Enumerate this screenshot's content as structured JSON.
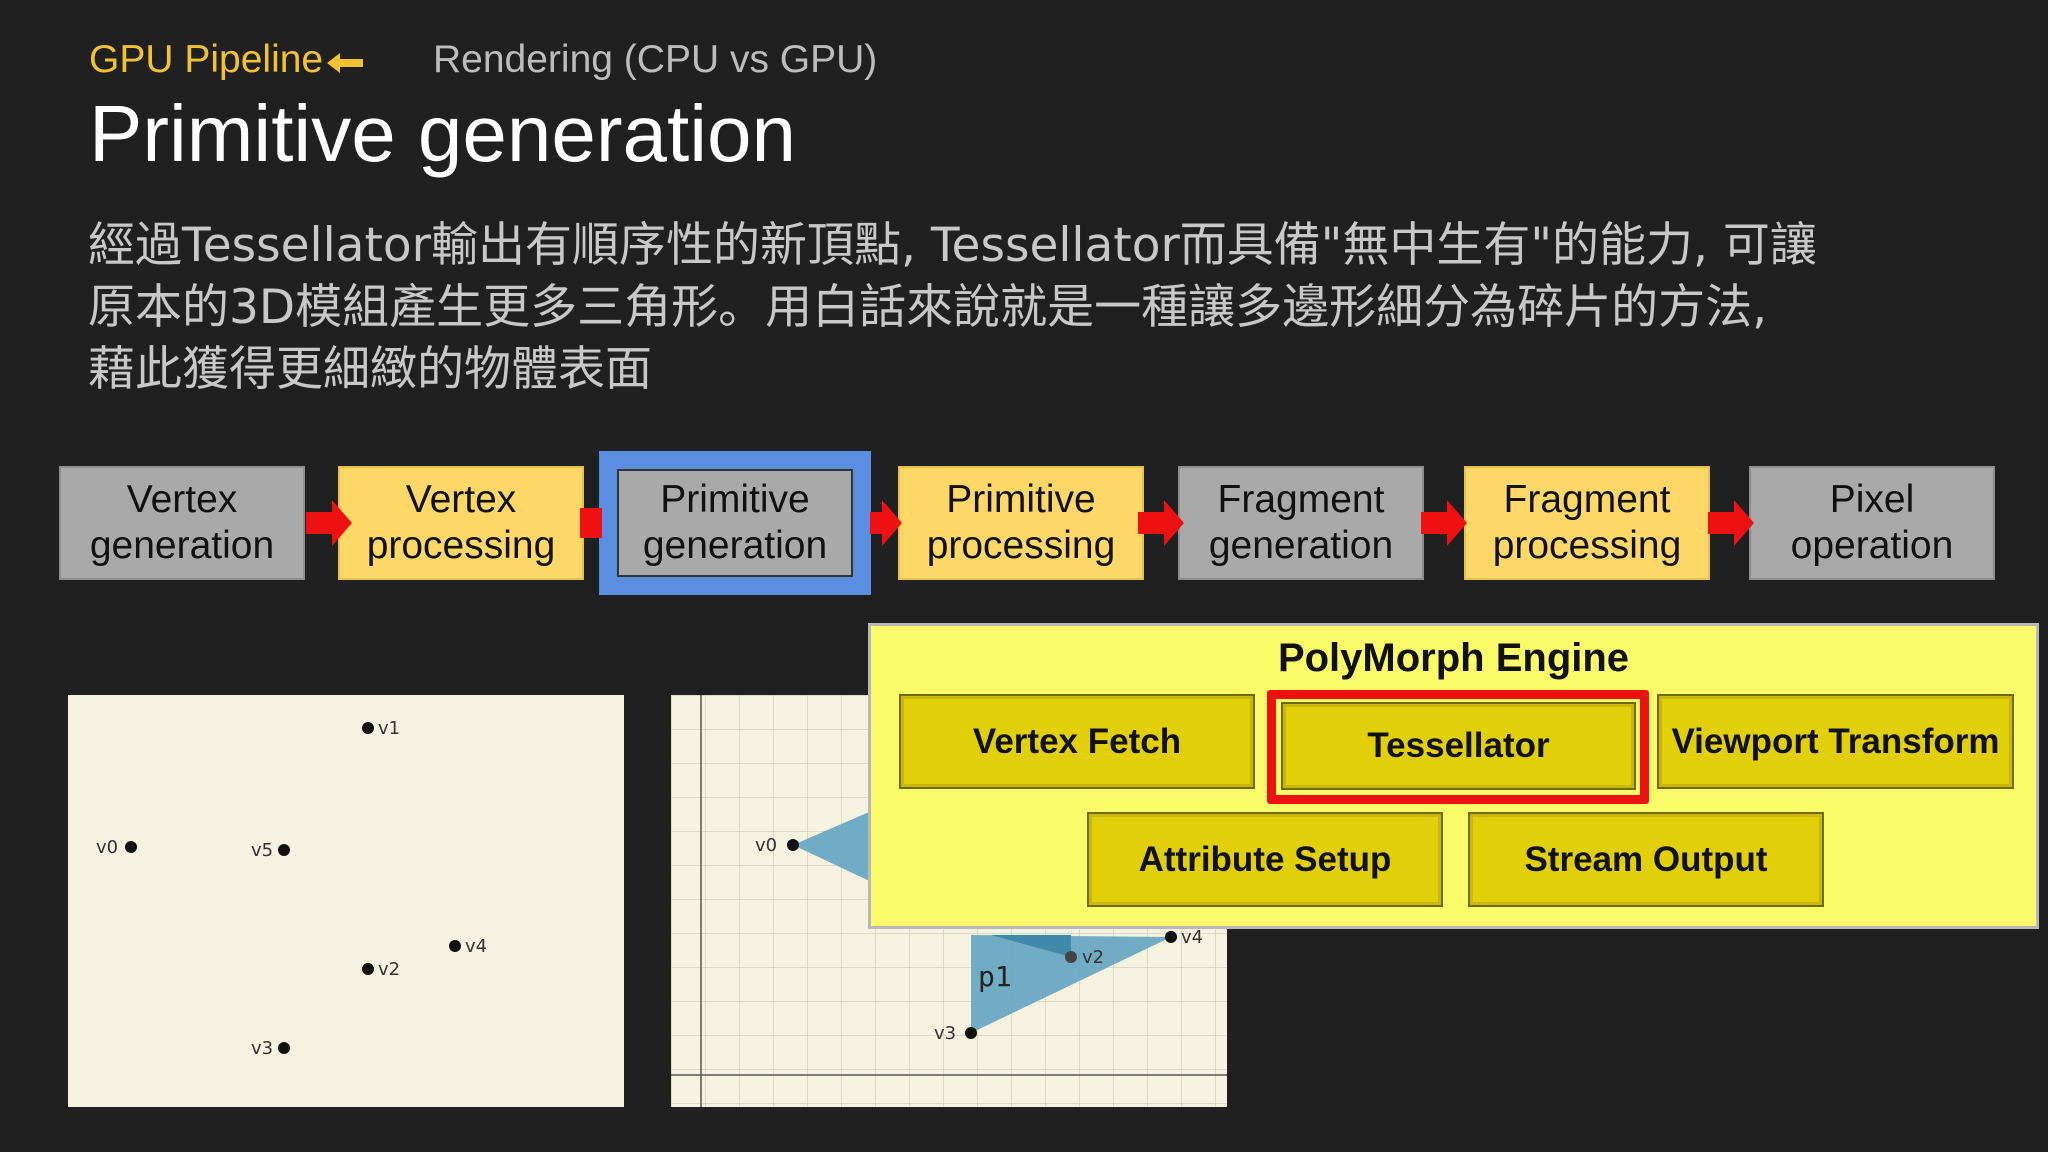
{
  "header": {
    "breadcrumb": "GPU Pipeline",
    "breadcrumb_icon": "arrow-left-icon",
    "subtopic": "Rendering (CPU vs GPU)",
    "title": "Primitive generation"
  },
  "description": {
    "lines": [
      "經過Tessellator輸出有順序性的新頂點, Tessellator而具備\"無中生有\"的能力, 可讓",
      "原本的3D模組產生更多三角形。用白話來說就是一種讓多邊形細分為碎片的方法,",
      "藉此獲得更細緻的物體表面"
    ]
  },
  "pipeline": {
    "stages": [
      {
        "line1": "Vertex",
        "line2": "generation",
        "style": "gray"
      },
      {
        "line1": "Vertex",
        "line2": "processing",
        "style": "yellow"
      },
      {
        "line1": "Primitive",
        "line2": "generation",
        "style": "gray",
        "highlighted": true
      },
      {
        "line1": "Primitive",
        "line2": "processing",
        "style": "yellow"
      },
      {
        "line1": "Fragment",
        "line2": "generation",
        "style": "gray"
      },
      {
        "line1": "Fragment",
        "line2": "processing",
        "style": "yellow"
      },
      {
        "line1": "Pixel",
        "line2": "operation",
        "style": "gray"
      }
    ],
    "colors": {
      "gray": "#a9a9a9",
      "yellow": "#fdd767",
      "highlight": "#5b8ee0",
      "arrow": "#ee1111"
    }
  },
  "engine": {
    "title": "PolyMorph Engine",
    "units": {
      "vertex_fetch": "Vertex Fetch",
      "tessellator": "Tessellator",
      "viewport_transform": "Viewport Transform",
      "attribute_setup": "Attribute Setup",
      "stream_output": "Stream Output"
    },
    "highlighted_unit": "Tessellator",
    "colors": {
      "background": "#fbfb6a",
      "unit": "#e1cf0a",
      "highlight": "#ee1111"
    }
  },
  "plot_left": {
    "vertices": [
      {
        "label": "v1"
      },
      {
        "label": "v0"
      },
      {
        "label": "v5"
      },
      {
        "label": "v4"
      },
      {
        "label": "v2"
      },
      {
        "label": "v3"
      }
    ]
  },
  "plot_right": {
    "vertices": [
      {
        "label": "v0"
      },
      {
        "label": "v4"
      },
      {
        "label": "v2"
      },
      {
        "label": "v3"
      }
    ],
    "primitive_label": "p1",
    "triangle_color": "#6aa6c2"
  }
}
